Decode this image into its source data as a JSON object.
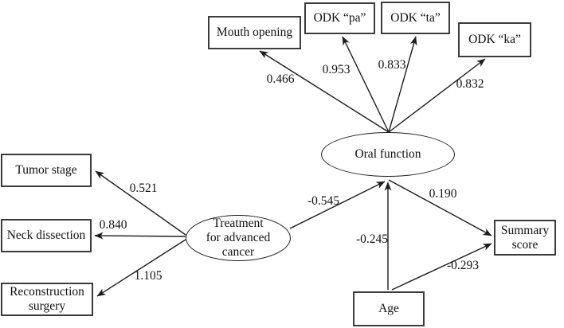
{
  "nodes": {
    "mouth_opening": {
      "label": "Mouth opening",
      "type": "observed"
    },
    "odk_pa": {
      "label": "ODK “pa”",
      "type": "observed"
    },
    "odk_ta": {
      "label": "ODK “ta”",
      "type": "observed"
    },
    "odk_ka": {
      "label": "ODK “ka”",
      "type": "observed"
    },
    "tumor_stage": {
      "label": "Tumor stage",
      "type": "observed"
    },
    "neck_dissection": {
      "label": "Neck dissection",
      "type": "observed"
    },
    "reconstruction_surgery": {
      "label": "Reconstruction surgery",
      "type": "observed"
    },
    "summary_score": {
      "label": "Summary score",
      "type": "observed"
    },
    "age": {
      "label": "Age",
      "type": "observed"
    },
    "oral_function": {
      "label": "Oral function",
      "type": "latent"
    },
    "treatment": {
      "label": "Treatment\nfor advanced\ncancer",
      "type": "latent"
    }
  },
  "edges": [
    {
      "from": "oral_function",
      "to": "mouth_opening",
      "label": "0.466"
    },
    {
      "from": "oral_function",
      "to": "odk_pa",
      "label": "0.953"
    },
    {
      "from": "oral_function",
      "to": "odk_ta",
      "label": "0.833"
    },
    {
      "from": "oral_function",
      "to": "odk_ka",
      "label": "0.832"
    },
    {
      "from": "treatment",
      "to": "tumor_stage",
      "label": "0.521"
    },
    {
      "from": "treatment",
      "to": "neck_dissection",
      "label": "0.840"
    },
    {
      "from": "treatment",
      "to": "reconstruction_surgery",
      "label": "1.105"
    },
    {
      "from": "treatment",
      "to": "oral_function",
      "label": "-0.545"
    },
    {
      "from": "oral_function",
      "to": "summary_score",
      "label": "0.190"
    },
    {
      "from": "age",
      "to": "oral_function",
      "label": "-0.245"
    },
    {
      "from": "age",
      "to": "summary_score",
      "label": "-0.293"
    }
  ],
  "colors": {
    "line": "#1c1c1c",
    "box_border": "#3c3c3c",
    "background": "#ffffff",
    "text": "#111111"
  }
}
